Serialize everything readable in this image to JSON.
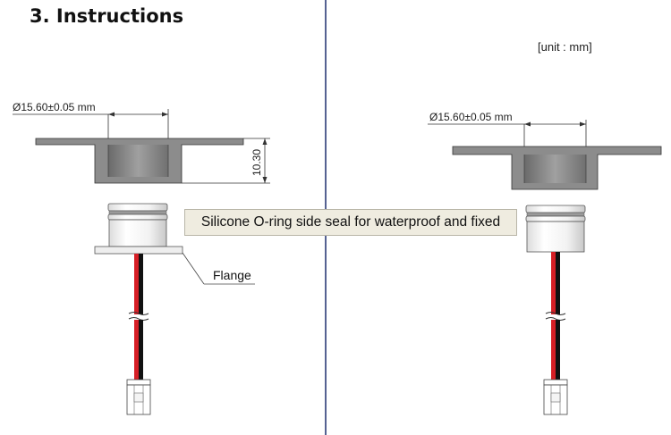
{
  "title": "3. Instructions",
  "unit_note": "[unit : mm]",
  "diagram_left": {
    "diameter_label": "Ø15.60±0.05 mm",
    "height_label": "10.30",
    "flange_label": "Flange"
  },
  "diagram_right": {
    "diameter_label": "Ø15.60±0.05 mm"
  },
  "callout": "Silicone O-ring side seal for waterproof and fixed",
  "colors": {
    "divider": "#1f2f6e",
    "panel_gray": "#8a8a8a",
    "wire_red": "#d61f26",
    "wire_black": "#111111"
  }
}
